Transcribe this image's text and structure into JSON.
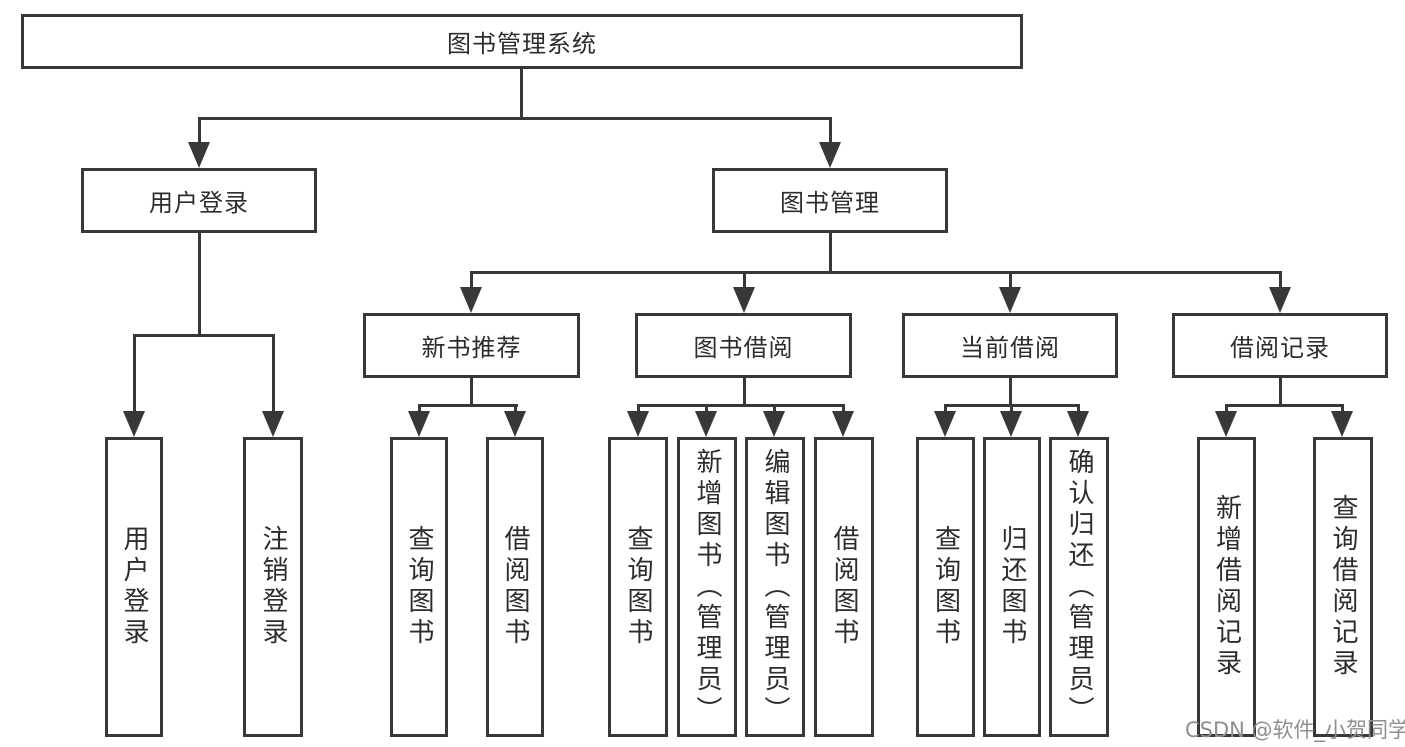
{
  "diagram": {
    "root": {
      "label": "图书管理系统"
    },
    "level2": {
      "user": {
        "label": "用户登录"
      },
      "books": {
        "label": "图书管理"
      }
    },
    "user_children": [
      {
        "label": "用户登录"
      },
      {
        "label": "注销登录"
      }
    ],
    "sections": [
      {
        "label": "新书推荐",
        "children": [
          {
            "label": "查询图书"
          },
          {
            "label": "借阅图书"
          }
        ]
      },
      {
        "label": "图书借阅",
        "children": [
          {
            "label": "查询图书"
          },
          {
            "label": "新增图书（管理员）"
          },
          {
            "label": "编辑图书（管理员）"
          },
          {
            "label": "借阅图书"
          }
        ]
      },
      {
        "label": "当前借阅",
        "children": [
          {
            "label": "查询图书"
          },
          {
            "label": "归还图书"
          },
          {
            "label": "确认归还（管理员）"
          }
        ]
      },
      {
        "label": "借阅记录",
        "children": [
          {
            "label": "新增借阅记录"
          },
          {
            "label": "查询借阅记录"
          }
        ]
      }
    ]
  },
  "watermark": {
    "text": "CSDN @软件_小贺同学"
  },
  "colors": {
    "line": "#383838",
    "text": "#2d2d2d",
    "box_bg": "#ffffff",
    "watermark": "#8f8f8f"
  }
}
